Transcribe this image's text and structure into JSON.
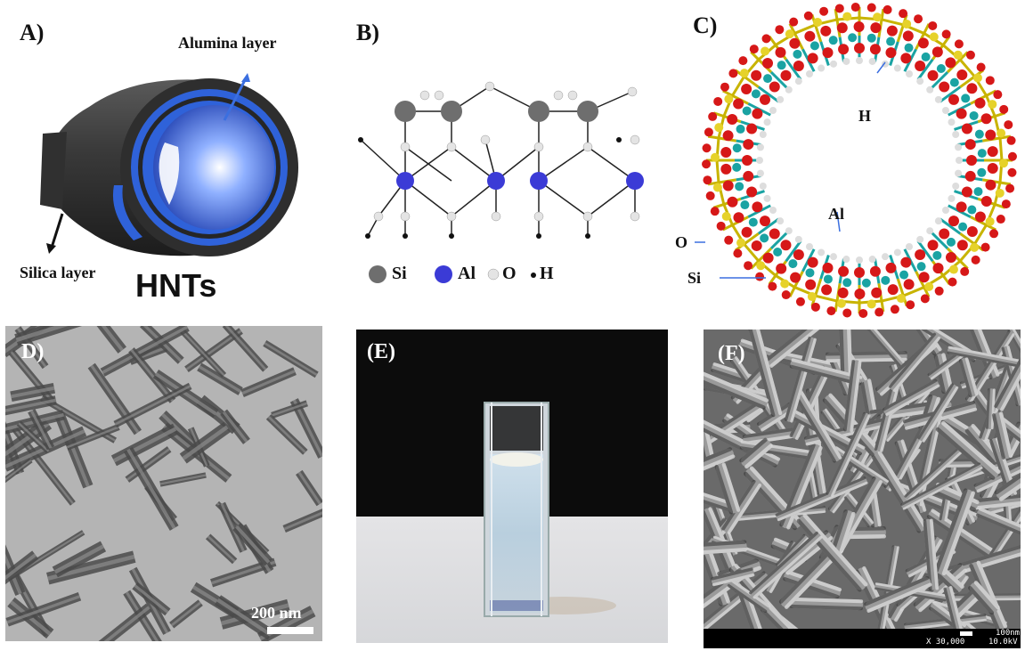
{
  "panel_a": {
    "label": "A)",
    "alumina_label": "Alumina layer",
    "silica_label": "Silica layer",
    "caption": "HNTs"
  },
  "panel_b": {
    "label": "B)",
    "legend": [
      {
        "symbol": "Si",
        "color": "#6e6e6e"
      },
      {
        "symbol": "Al",
        "color": "#3b3bd6"
      },
      {
        "symbol": "O",
        "color": "#d9d9d9"
      },
      {
        "symbol": "H",
        "color": "#111111"
      }
    ]
  },
  "panel_c": {
    "label": "C)",
    "h_label": "H",
    "al_label": "Al",
    "o_label": "O",
    "si_label": "Si",
    "colors": {
      "si": "#e6d22a",
      "o": "#d61818",
      "al": "#1aa3a3",
      "h": "#dddddd",
      "bond": "#c8b400"
    }
  },
  "panel_d": {
    "label": "D)",
    "scale_bar": "200 nm"
  },
  "panel_e": {
    "label": "(E)"
  },
  "panel_f": {
    "label": "(F)",
    "sem_scale": "100nm",
    "sem_mag": "X 30,000",
    "sem_kv": "10.0kV"
  }
}
